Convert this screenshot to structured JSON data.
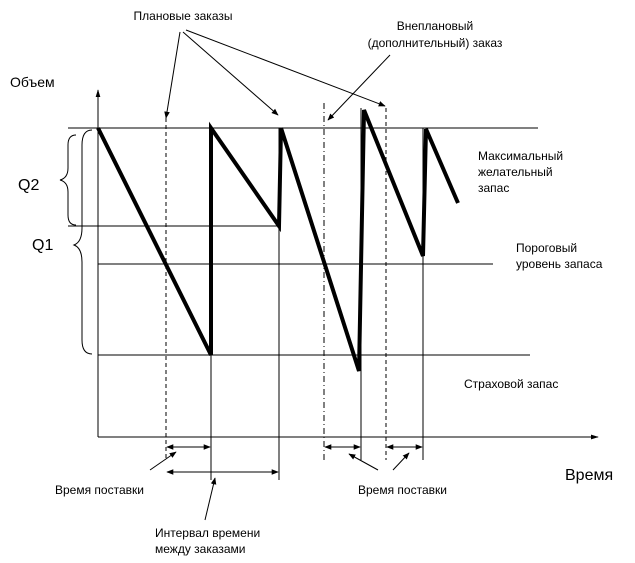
{
  "labels": {
    "planned_orders": "Плановые заказы",
    "unplanned_order_l1": "Внеплановый",
    "unplanned_order_l2": "(дополнительный) заказ",
    "y_axis": "Объем",
    "x_axis": "Время",
    "q1": "Q1",
    "q2": "Q2",
    "max_stock_l1": "Максимальный",
    "max_stock_l2": "желательный",
    "max_stock_l3": "запас",
    "threshold_l1": "Пороговый",
    "threshold_l2": "уровень запаса",
    "safety_stock": "Страховой запас",
    "lead_time_left": "Время поставки",
    "lead_time_right": "Время поставки",
    "interval_l1": "Интервал времени",
    "interval_l2": "между заказами"
  },
  "colors": {
    "ink": "#000000",
    "background": "#ffffff"
  }
}
